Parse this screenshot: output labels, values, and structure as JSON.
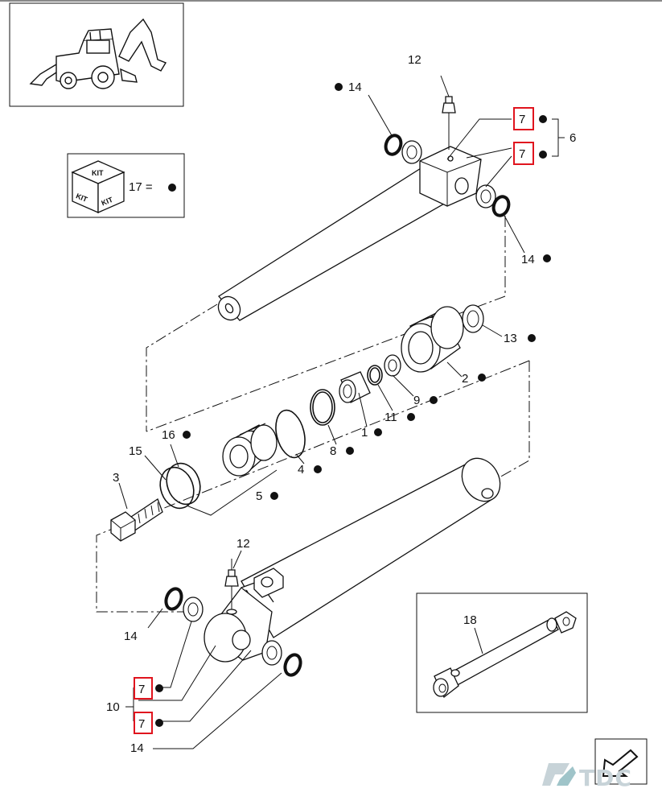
{
  "callouts": {
    "c12_top": "12",
    "c14_top_left": "14",
    "c7_a": "7",
    "c7_b": "7",
    "c6": "6",
    "c14_top_right": "14",
    "c13": "13",
    "c2": "2",
    "c9": "9",
    "c11": "11",
    "c1": "1",
    "c8": "8",
    "c4": "4",
    "c5": "5",
    "c16": "16",
    "c15": "15",
    "c3": "3",
    "c12_bottom": "12",
    "c14_bottom_left": "14",
    "c7_c": "7",
    "c10": "10",
    "c7_d": "7",
    "c14_bottom": "14",
    "c18": "18"
  },
  "kit_legend": {
    "box_label": "KIT",
    "side_left": "KIT",
    "side_right": "KIT",
    "text": "17 ="
  },
  "watermark": "TDC",
  "colors": {
    "highlight": "#e0141e",
    "line": "#111111",
    "watermark": "#c7d3d8"
  },
  "icons": [
    "backhoe-loader-icon",
    "kit-box-icon",
    "next-page-arrow-icon",
    "tdc-logo-icon"
  ]
}
